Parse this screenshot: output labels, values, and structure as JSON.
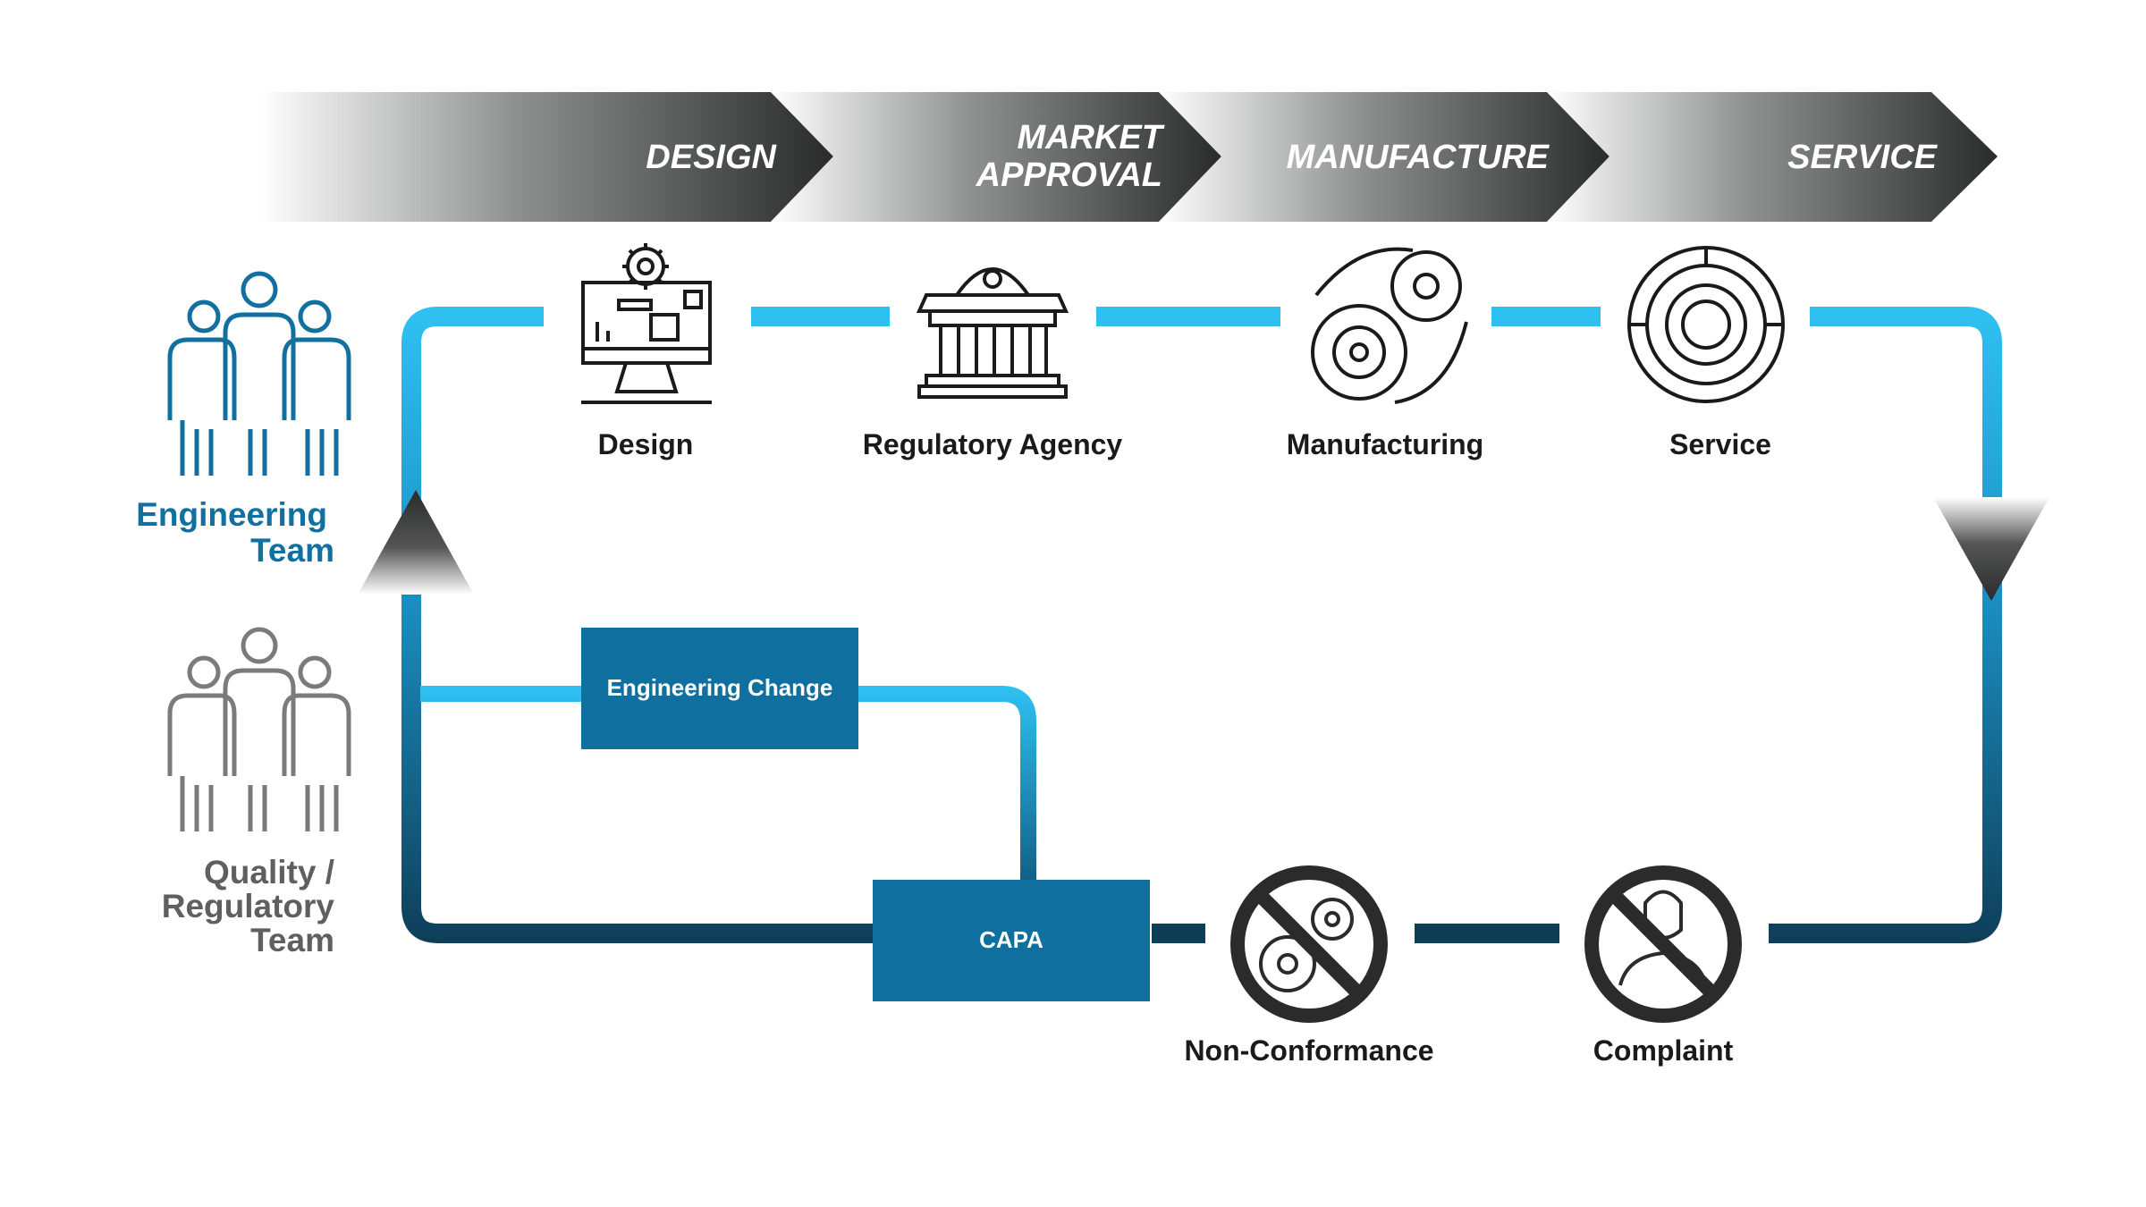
{
  "banner": {
    "phases": [
      {
        "line1": "DESIGN",
        "line2": ""
      },
      {
        "line1": "MARKET",
        "line2": "APPROVAL"
      },
      {
        "line1": "MANUFACTURE",
        "line2": ""
      },
      {
        "line1": "SERVICE",
        "line2": ""
      }
    ]
  },
  "stages": {
    "design": "Design",
    "regulatory": "Regulatory Agency",
    "manufacturing": "Manufacturing",
    "service": "Service"
  },
  "issues": {
    "nonconformance": "Non-Conformance",
    "complaint": "Complaint"
  },
  "boxes": {
    "engineering_change": "Engineering Change",
    "capa": "CAPA"
  },
  "teams": {
    "engineering": {
      "line1": "Engineering",
      "line2": "Team"
    },
    "quality": {
      "line1": "Quality /",
      "line2": "Regulatory",
      "line3": "Team"
    }
  },
  "colors": {
    "loop_light": "#2fc0f2",
    "loop_dark": "#0e3d57",
    "box": "#0f6f9e",
    "engineering_team": "#11709f",
    "quality_team": "#7b7b7b",
    "banner_dark": "#2b2b2b"
  }
}
